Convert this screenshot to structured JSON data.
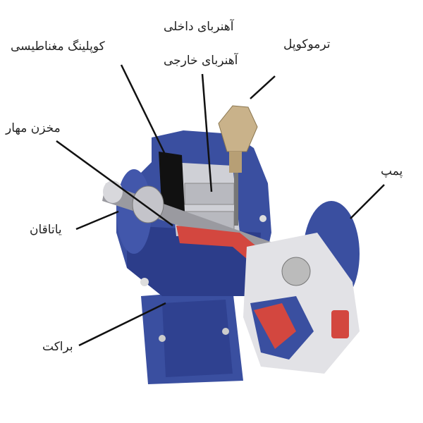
{
  "title": "Magnetic drive pump cutaway",
  "labels": {
    "magnetic_coupling": "کوپلینگ مغناطیسی",
    "inner_magnet": "آهنربای داخلی",
    "outer_magnet": "آهنربای خارجی",
    "thermocouple": "ترموکوپل",
    "containment_shell": "مخزن مهار",
    "pump": "پمپ",
    "bearing": "یاتاقان",
    "bracket": "براکت"
  },
  "colors": {
    "body": "#3a4fa0",
    "body_dark": "#26367a",
    "cut": "#c9c9cf",
    "red": "#d3473f",
    "text": "#222222"
  }
}
